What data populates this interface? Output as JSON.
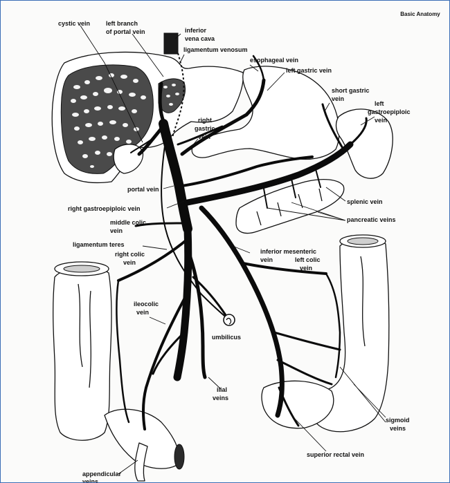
{
  "header": {
    "book_title": "Basic Anatomy"
  },
  "labels": {
    "cystic_vein": "cystic vein",
    "left_branch_1": "left branch",
    "left_branch_2": "of portal vein",
    "inferior_vena_cava_1": "inferior",
    "inferior_vena_cava_2": "vena cava",
    "ligamentum_venosum": "ligamentum venosum",
    "esophageal_vein": "esophageal vein",
    "left_gastric_vein": "left gastric vein",
    "short_gastric_1": "short gastric",
    "short_gastric_2": "vein",
    "left_gastroepiploic_1": "left",
    "left_gastroepiploic_2": "gastroepiploic",
    "left_gastroepiploic_3": "vein",
    "right_gastric_1": "right",
    "right_gastric_2": "gastric",
    "right_gastric_3": "vein",
    "portal_vein": "portal vein",
    "right_gastroepiploic": "right gastroepiploic vein",
    "splenic_vein": "splenic vein",
    "pancreatic_veins": "pancreatic veins",
    "middle_colic_1": "middle colic",
    "middle_colic_2": "vein",
    "ligamentum_teres": "ligamentum teres",
    "inferior_mesenteric_1": "inferior mesenteric",
    "inferior_mesenteric_2": "vein",
    "right_colic_1": "right colic",
    "right_colic_2": "vein",
    "left_colic_1": "left colic",
    "left_colic_2": "vein",
    "ileocolic_1": "ileocolic",
    "ileocolic_2": "vein",
    "umbilicus": "umbilicus",
    "ilial_1": "ilial",
    "ilial_2": "veins",
    "sigmoid_1": "sigmoid",
    "sigmoid_2": "veins",
    "superior_rectal": "superior rectal vein",
    "appendicular_1": "appendicular",
    "appendicular_2": "veins"
  },
  "colors": {
    "frame_border": "#3a6db5",
    "ink": "#111111",
    "vein_fill": "#0b0b0b"
  }
}
